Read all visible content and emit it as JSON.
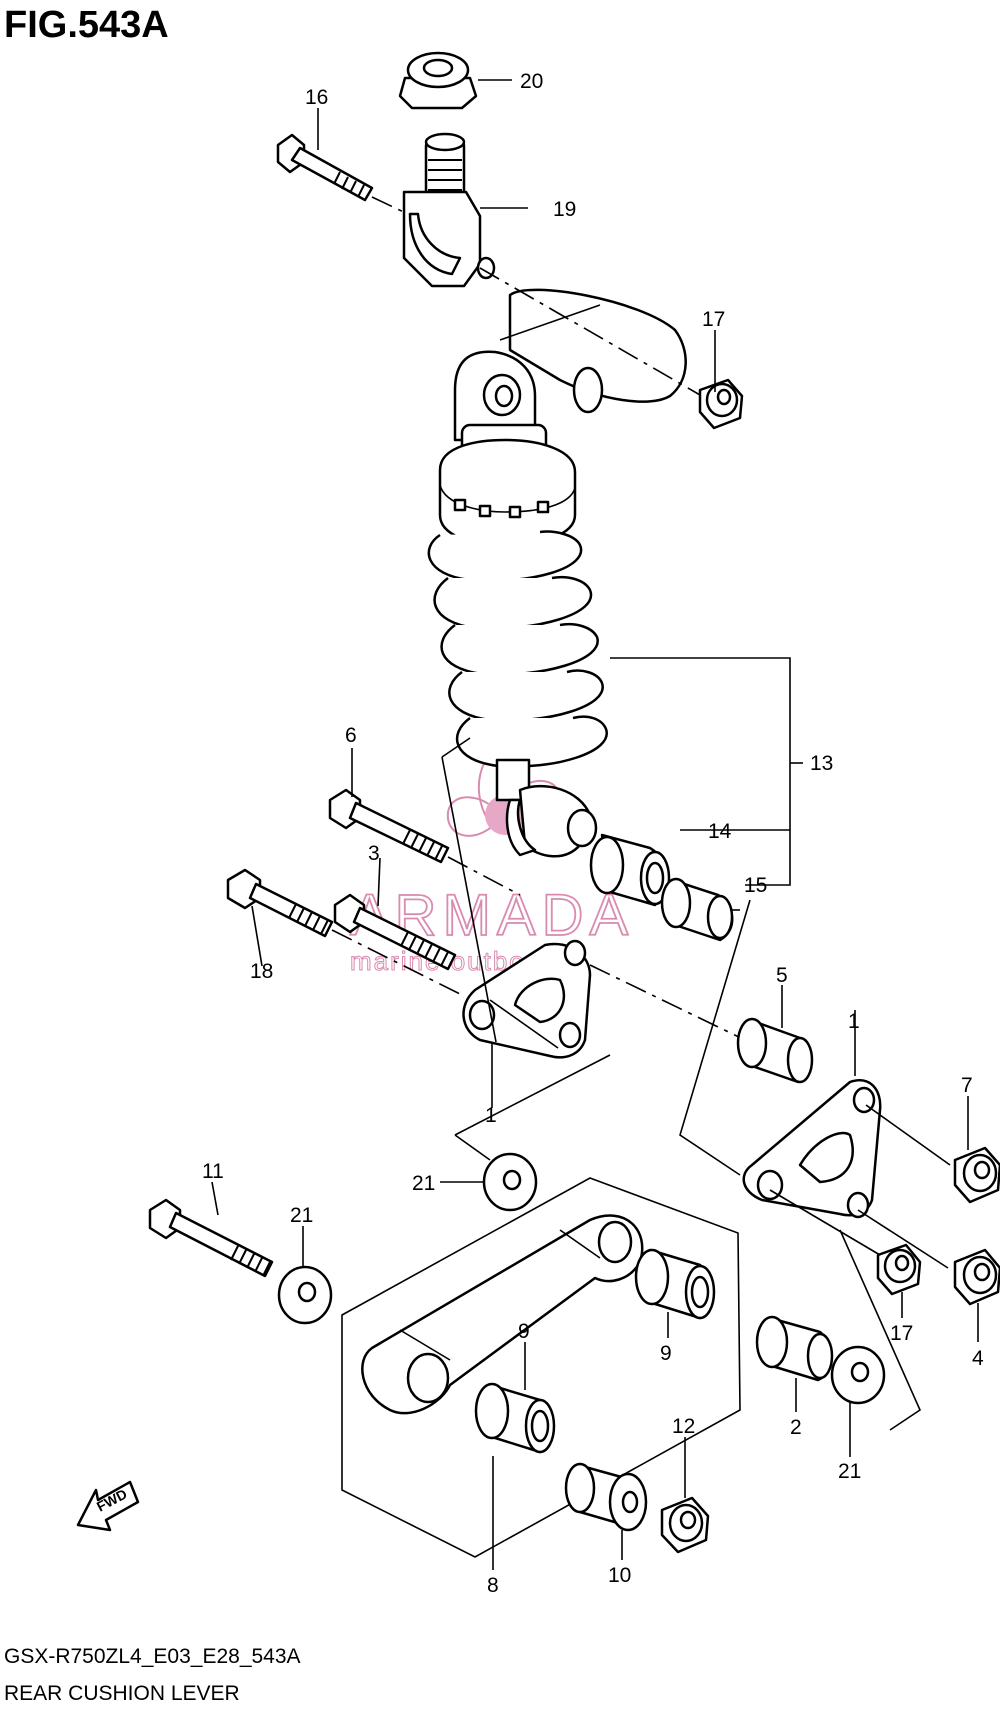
{
  "figure": {
    "title": "FIG.543A",
    "model_code": "GSX-R750ZL4_E03_E28_543A",
    "section_name": "REAR CUSHION LEVER"
  },
  "watermark": {
    "brand": "ARMADA",
    "tagline": "marine outboards",
    "color": "#d98bb0"
  },
  "direction_marker": {
    "label": "FWD"
  },
  "callouts": [
    {
      "id": "20",
      "label": "20"
    },
    {
      "id": "16",
      "label": "16"
    },
    {
      "id": "19",
      "label": "19"
    },
    {
      "id": "17a",
      "label": "17"
    },
    {
      "id": "6",
      "label": "6"
    },
    {
      "id": "13",
      "label": "13"
    },
    {
      "id": "3",
      "label": "3"
    },
    {
      "id": "14",
      "label": "14"
    },
    {
      "id": "15",
      "label": "15"
    },
    {
      "id": "18",
      "label": "18"
    },
    {
      "id": "5",
      "label": "5"
    },
    {
      "id": "1a",
      "label": "1"
    },
    {
      "id": "1b",
      "label": "1"
    },
    {
      "id": "7",
      "label": "7"
    },
    {
      "id": "21a",
      "label": "21"
    },
    {
      "id": "11",
      "label": "11"
    },
    {
      "id": "21b",
      "label": "21"
    },
    {
      "id": "17b",
      "label": "17"
    },
    {
      "id": "4",
      "label": "4"
    },
    {
      "id": "9a",
      "label": "9"
    },
    {
      "id": "9b",
      "label": "9"
    },
    {
      "id": "2",
      "label": "2"
    },
    {
      "id": "21c",
      "label": "21"
    },
    {
      "id": "12",
      "label": "12"
    },
    {
      "id": "8",
      "label": "8"
    },
    {
      "id": "10",
      "label": "10"
    }
  ]
}
